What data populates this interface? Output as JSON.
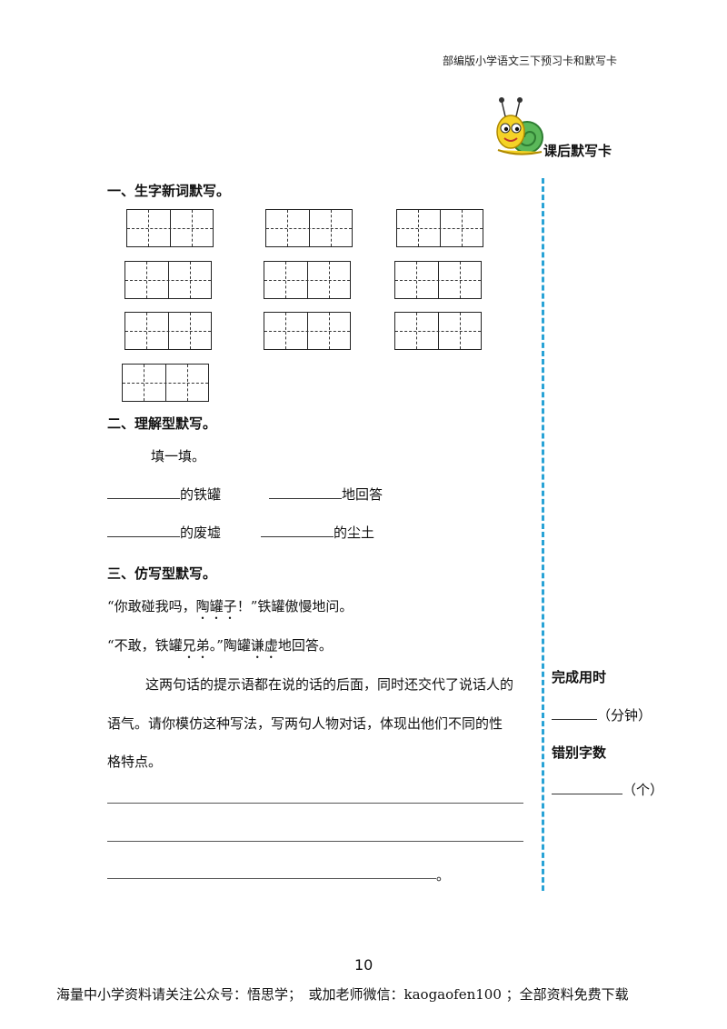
{
  "header": {
    "title": "部编版小学语文三下预习卡和默写卡"
  },
  "badge": {
    "label": "课后默写卡",
    "mascot_icon": "snail-icon"
  },
  "section1": {
    "title": "一、生字新词默写。",
    "grid_count": 10
  },
  "section2": {
    "title": "二、理解型默写。",
    "instruction": "填一填。",
    "items": [
      {
        "suffix": "的铁罐"
      },
      {
        "suffix": "地回答"
      },
      {
        "suffix": "的废墟"
      },
      {
        "suffix": "的尘土"
      }
    ]
  },
  "section3": {
    "title": "三、仿写型默写。",
    "quote1": {
      "open": "“你敢碰我吗，",
      "emph": "陶罐子",
      "close": "！”铁罐傲慢地问。"
    },
    "quote2": {
      "open": "“不敢，铁罐",
      "emph1": "兄弟",
      "mid": "。”陶罐",
      "emph2": "谦虚",
      "close": "地回答。"
    },
    "paragraph_line1": "这两句话的提示语都在说的话的后面，同时还交代了说话人的",
    "paragraph_line2": "语气。请你模仿这种写法，写两句人物对话，体现出他们不同的性",
    "paragraph_line3": "格特点。",
    "end_mark": "。"
  },
  "sidebar": {
    "time_label": "完成用时",
    "time_unit": "（分钟）",
    "errors_label": "错别字数",
    "errors_unit": "（个）"
  },
  "page_number": "10",
  "footer": "海量中小学资料请关注公众号：悟思学；　或加老师微信：kaogaofen100 ；全部资料免费下载",
  "colors": {
    "divider": "#29a3d6",
    "mascot_body": "#f5d327",
    "mascot_shell": "#5bb85a"
  }
}
